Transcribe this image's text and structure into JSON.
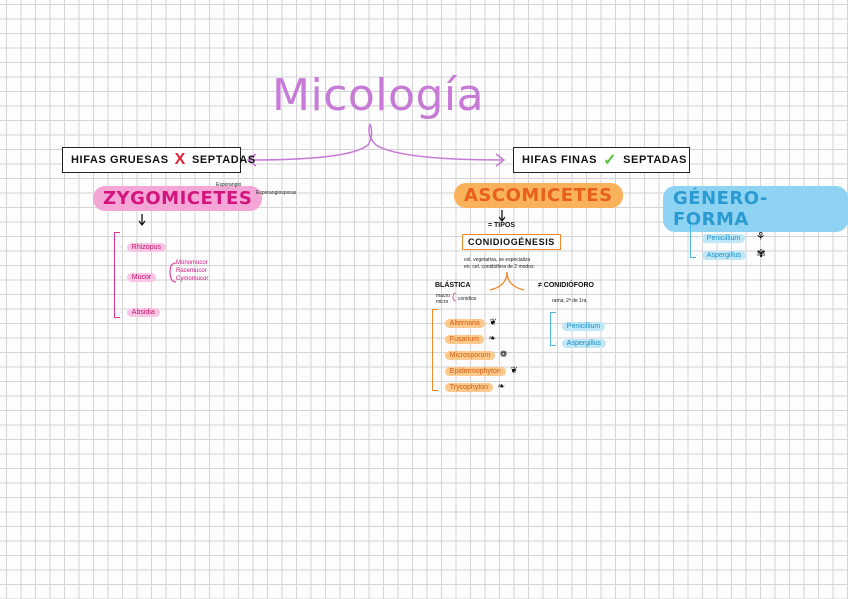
{
  "title": "Micología",
  "left_box": {
    "prefix": "HIFAS GRUESAS",
    "mark": "X",
    "suffix": "SEPTADAS"
  },
  "right_box": {
    "prefix": "HIFAS FINAS",
    "mark": "✓",
    "suffix": "SEPTADAS"
  },
  "zygo": {
    "title": "ZYGOMICETES",
    "items": [
      "Rhizopus",
      "Mucor",
      "Absidia"
    ],
    "mucor_species": [
      "Monomucor",
      "Racemucor",
      "Cymomucor"
    ],
    "sketch_labels": [
      "Esporangio",
      "Esporangiosporas"
    ]
  },
  "asco": {
    "title": "ASCOMICETES",
    "note": "= TIPOS",
    "subtitle": "CONIDIOGÉNESIS",
    "sub_note_1": "cel. vegetativa, se especializa",
    "sub_note_2": "en: cel. conidiófera de 2 modos:",
    "blastica": {
      "label": "BLÁSTICA",
      "note_1": "macro",
      "note_2": "micro",
      "note_3": "conidios",
      "items": [
        "Alternaria",
        "Fusarium",
        "Microsporum",
        "Epidermophyton",
        "Trycophyton"
      ]
    },
    "conidioforo": {
      "label": "≠ CONIDIÓFORO",
      "note": "rama, 2ª de 1ra",
      "items": [
        "Penicillium",
        "Aspergillus"
      ]
    }
  },
  "genero": {
    "title": "GÉNERO-FORMA",
    "items": [
      "Penicillium",
      "Aspergillus"
    ]
  },
  "colors": {
    "title": "#c77ad6",
    "zygo": "#f4a6d6",
    "asco": "#f9b15a",
    "genero": "#8fd3f2"
  }
}
